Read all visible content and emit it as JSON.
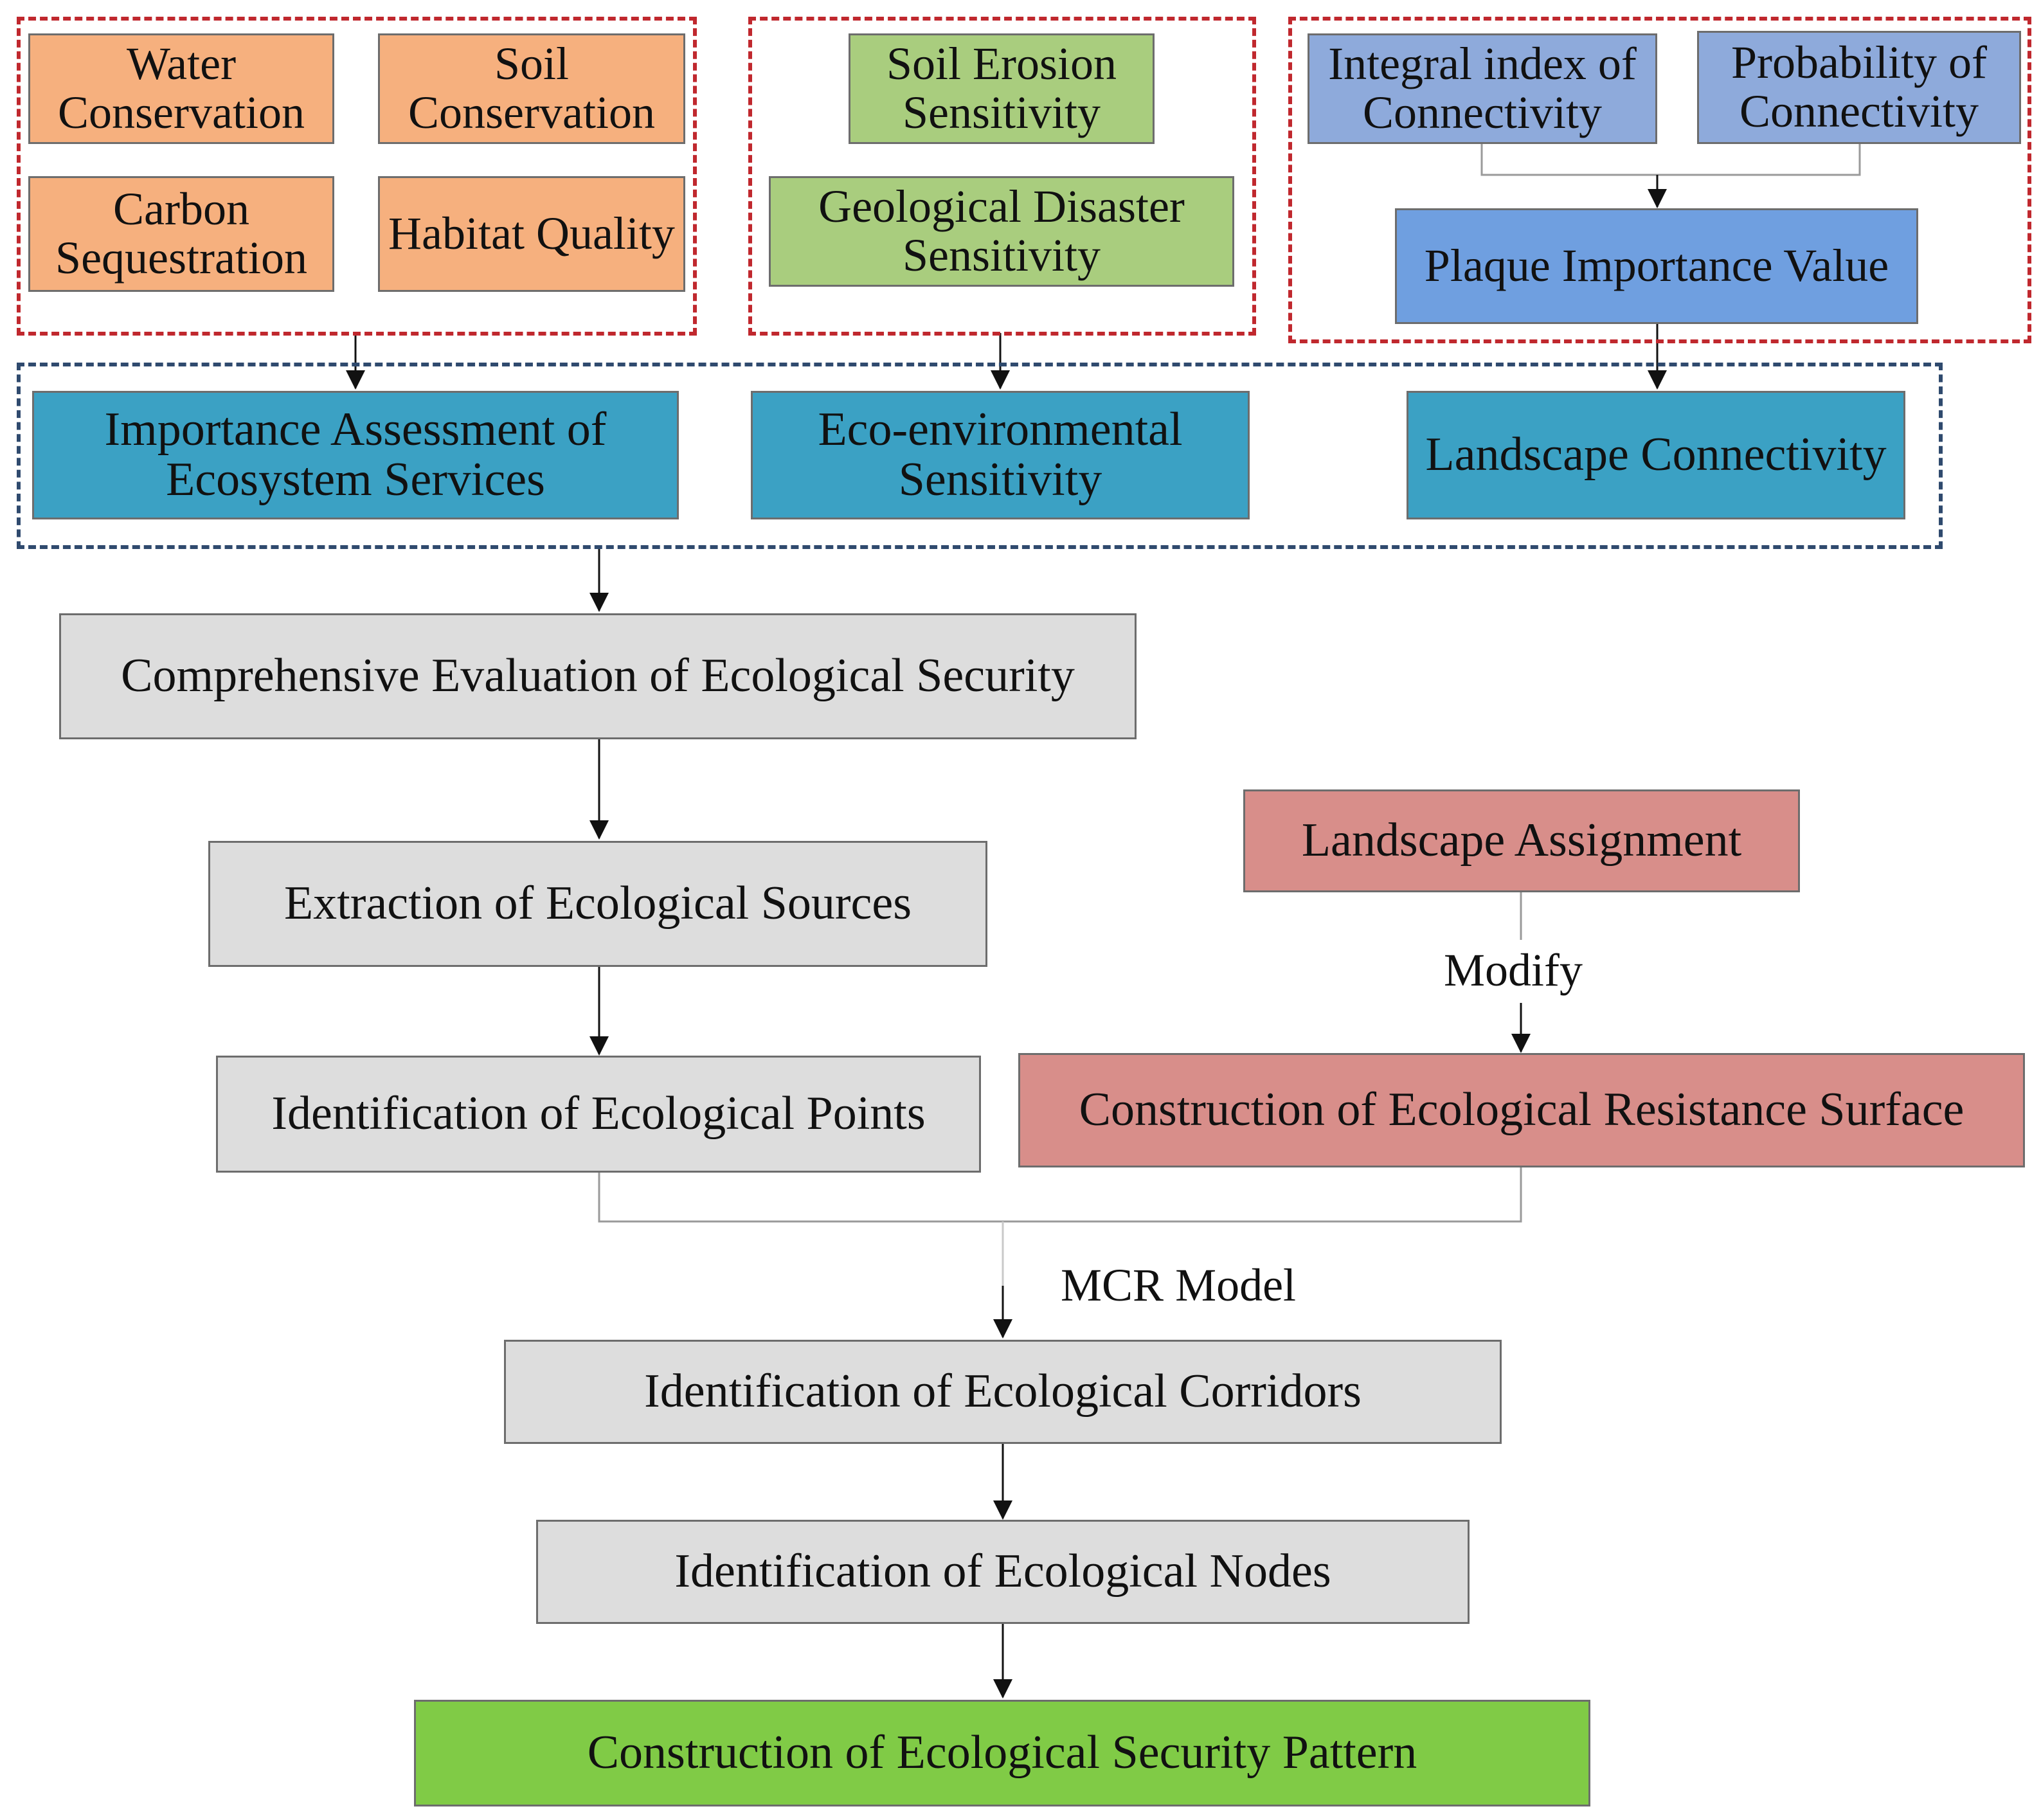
{
  "colors": {
    "group_dashed_red": "#c0282e",
    "group_dashed_blue": "#2f4a6e",
    "ecosystem_services": "#f6b07e",
    "sensitivity_factors": "#a9cd7e",
    "connectivity_indices": "#8eaadb",
    "plaque_importance": "#6f9fe0",
    "assessment_dimensions": "#3ba1c4",
    "process_steps": "#dddddd",
    "resistance": "#d88e8a",
    "final_pattern": "#80cb46"
  },
  "ecosystem_services": {
    "water_conservation": "Water Conservation",
    "soil_conservation": "Soil Conservation",
    "carbon_sequestration": "Carbon Sequestration",
    "habitat_quality": "Habitat Quality"
  },
  "sensitivity": {
    "soil_erosion": "Soil Erosion Sensitivity",
    "geological_disaster": "Geological Disaster Sensitivity"
  },
  "connectivity": {
    "integral_index": "Integral index of Connectivity",
    "probability": "Probability of Connectivity",
    "plaque_importance": "Plaque Importance Value"
  },
  "assessment": {
    "ecosystem_services": "Importance Assessment of Ecosystem Services",
    "eco_environmental": "Eco-environmental Sensitivity",
    "landscape_connectivity": "Landscape Connectivity"
  },
  "steps": {
    "comprehensive_evaluation": "Comprehensive Evaluation of Ecological Security",
    "extraction_sources": "Extraction of Ecological Sources",
    "identification_points": "Identification of Ecological Points",
    "landscape_assignment": "Landscape Assignment",
    "resistance_surface": "Construction of Ecological Resistance Surface",
    "identification_corridors": "Identification of Ecological Corridors",
    "identification_nodes": "Identification of Ecological Nodes",
    "security_pattern": "Construction of Ecological Security Pattern"
  },
  "edge_labels": {
    "modify": "Modify",
    "mcr_model": "MCR Model"
  }
}
